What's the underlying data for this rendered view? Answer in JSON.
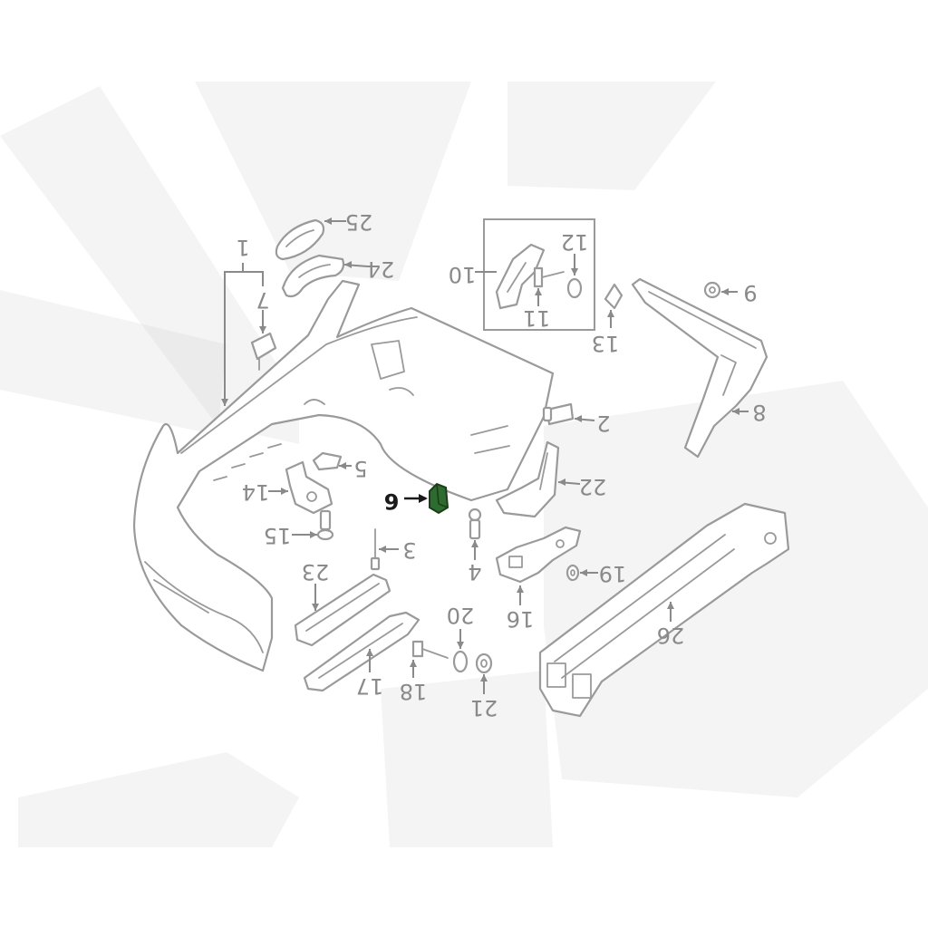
{
  "diagram": {
    "highlight_color": "#2e6b2e",
    "line_color": "#9a9a9a",
    "callouts": [
      {
        "id": "1",
        "label": "1"
      },
      {
        "id": "2",
        "label": "2"
      },
      {
        "id": "3",
        "label": "3"
      },
      {
        "id": "4",
        "label": "4"
      },
      {
        "id": "5",
        "label": "5"
      },
      {
        "id": "6",
        "label": "6",
        "highlighted": true
      },
      {
        "id": "7",
        "label": "7"
      },
      {
        "id": "8",
        "label": "8"
      },
      {
        "id": "9",
        "label": "9"
      },
      {
        "id": "10",
        "label": "10"
      },
      {
        "id": "11",
        "label": "11"
      },
      {
        "id": "12",
        "label": "12"
      },
      {
        "id": "13",
        "label": "13"
      },
      {
        "id": "14",
        "label": "14"
      },
      {
        "id": "15",
        "label": "15"
      },
      {
        "id": "16",
        "label": "16"
      },
      {
        "id": "17",
        "label": "17"
      },
      {
        "id": "18",
        "label": "18"
      },
      {
        "id": "19",
        "label": "19"
      },
      {
        "id": "20",
        "label": "20"
      },
      {
        "id": "21",
        "label": "21"
      },
      {
        "id": "22",
        "label": "22"
      },
      {
        "id": "23",
        "label": "23"
      },
      {
        "id": "24",
        "label": "24"
      },
      {
        "id": "25",
        "label": "25"
      },
      {
        "id": "26",
        "label": "26"
      }
    ]
  }
}
